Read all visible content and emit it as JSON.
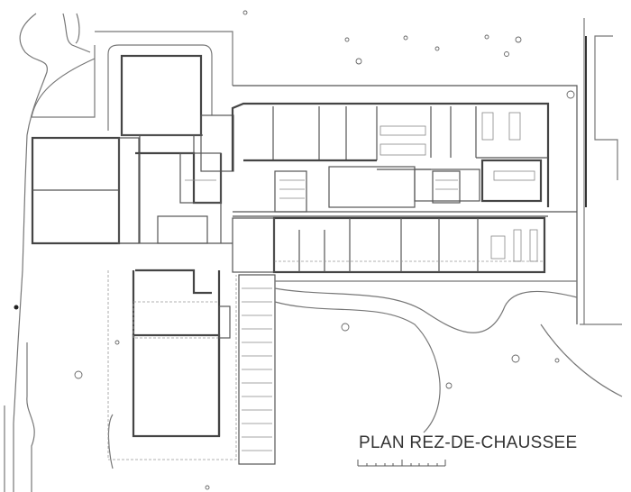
{
  "drawing": {
    "title": "PLAN REZ-DE-CHAUSSEE",
    "type": "architectural ground floor plan",
    "scale_bar": {
      "ticks": 11
    }
  },
  "rooms": []
}
